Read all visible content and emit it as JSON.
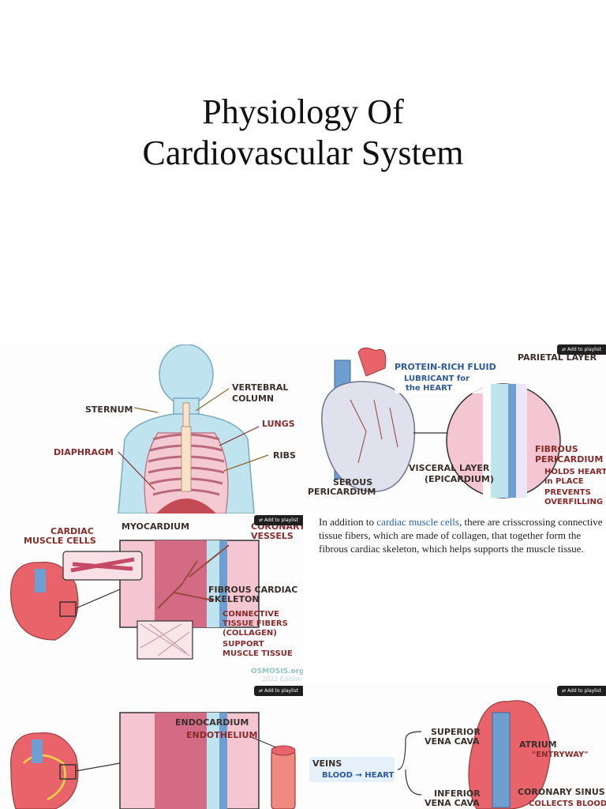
{
  "title": {
    "line1": "Physiology Of",
    "line2": "Cardiovascular System"
  },
  "playlist_label": "Add to playlist",
  "panel1": {
    "labels": {
      "vertebral": "VERTEBRAL",
      "column": "COLUMN",
      "sternum": "STERNUM",
      "lungs": "LUNGS",
      "diaphragm": "DIAPHRAGM",
      "ribs": "RIBS"
    }
  },
  "panel2": {
    "labels": {
      "protein_fluid": "PROTEIN-RICH FLUID",
      "lubricant": "LUBRICANT for",
      "the_heart": "the HEART",
      "parietal": "PARIETAL LAYER",
      "fibrous": "FIBROUS",
      "pericardium": "PERICARDIUM",
      "holds": "HOLDS HEART",
      "in_place": "in PLACE",
      "prevents": "PREVENTS",
      "overfilling": "OVERFILLING",
      "visceral": "VISCERAL LAYER",
      "epicardium": "(EPICARDIUM)",
      "serous": "SEROUS",
      "pericardium2": "PERICARDIUM"
    }
  },
  "panel3": {
    "labels": {
      "cardiac": "CARDIAC",
      "muscle_cells": "MUSCLE CELLS",
      "myocardium": "MYOCARDIUM",
      "coronary": "CORONARY",
      "vessels": "VESSELS",
      "fibrous_cardiac": "FIBROUS CARDIAC",
      "skeleton": "SKELETON",
      "connective": "CONNECTIVE",
      "tissue_fibers": "TISSUE FIBERS",
      "collagen": "(COLLAGEN)",
      "support": "SUPPORT",
      "muscle_tissue": "MUSCLE TISSUE",
      "osmosis": "OSMOSIS.org",
      "edition": "2022 Edition"
    }
  },
  "caption": {
    "prefix": "In addition to ",
    "link": "cardiac muscle cells",
    "suffix": ", there are crisscrossing connective tissue fibers, which are made of collagen, that together form the fibrous cardiac skeleton, which helps supports the muscle tissue."
  },
  "panel4": {
    "labels": {
      "endocardium": "ENDOCARDIUM",
      "endothelium": "ENDOTHELIUM"
    }
  },
  "panel5": {
    "labels": {
      "veins": "VEINS",
      "blood_heart": "BLOOD → HEART",
      "superior": "SUPERIOR",
      "vena_cava": "VENA CAVA",
      "inferior": "INFERIOR",
      "vena_cava2": "VENA CAVA",
      "atrium": "ATRIUM",
      "entryway": "\"ENTRYWAY\"",
      "coronary_sinus": "CORONARY SINUS",
      "collects": "COLLECTS BLOOD"
    }
  },
  "colors": {
    "skin": "#bfe3ef",
    "muscle": "#e9a4b4",
    "heart_red": "#e8646a",
    "vein_blue": "#6f9fd0",
    "tissue_pink": "#f3c6d2"
  }
}
